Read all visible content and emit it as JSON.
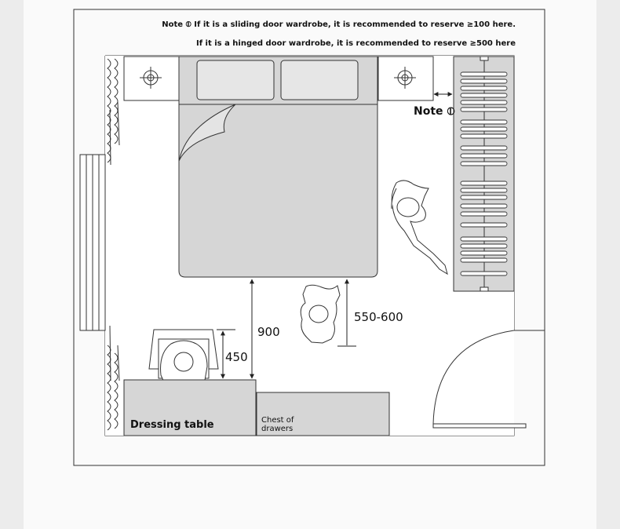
{
  "notes": {
    "line1": "Note ⦶ If it is a sliding door wardrobe, it is recommended to reserve ≥100 here.",
    "line2": "If it is a hinged door wardrobe, it is recommended to reserve ≥500 here",
    "marker": "Note ⦶"
  },
  "labels": {
    "dressing_table": "Dressing table",
    "chest_line1": "Chest of",
    "chest_line2": "drawers"
  },
  "dimensions": {
    "bed_to_dresser": "900",
    "chair_depth": "450",
    "walkway": "550-600"
  },
  "colors": {
    "wall_fill": "#f7f7f7",
    "furniture_fill": "#d6d6d6",
    "line": "#222222"
  }
}
